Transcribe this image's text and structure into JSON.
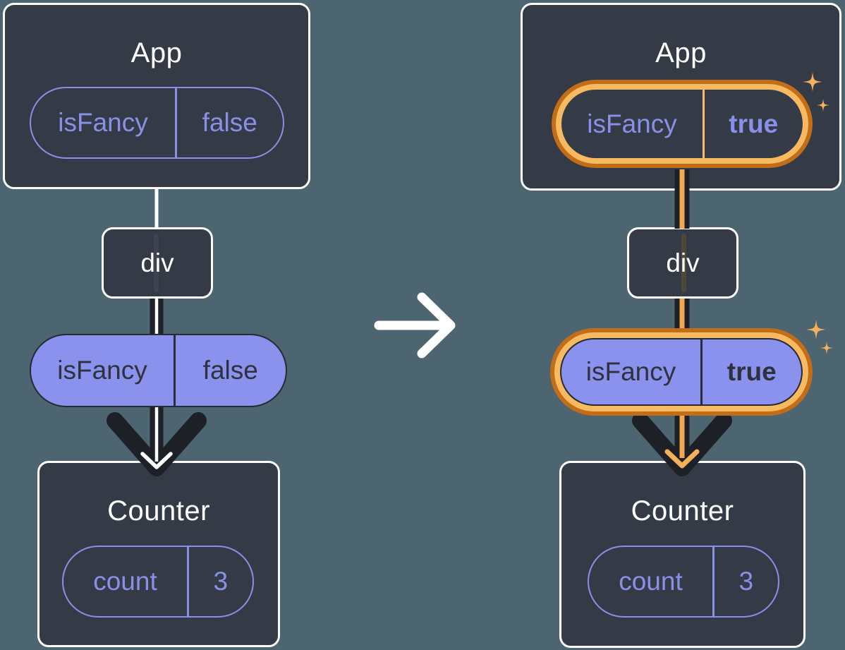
{
  "diagram": {
    "before": {
      "app_title": "App",
      "app_prop": {
        "name": "isFancy",
        "value": "false"
      },
      "div_label": "div",
      "passed_prop": {
        "name": "isFancy",
        "value": "false"
      },
      "counter_title": "Counter",
      "counter_state": {
        "name": "count",
        "value": "3"
      }
    },
    "after": {
      "app_title": "App",
      "app_prop": {
        "name": "isFancy",
        "value": "true"
      },
      "div_label": "div",
      "passed_prop": {
        "name": "isFancy",
        "value": "true"
      },
      "counter_title": "Counter",
      "counter_state": {
        "name": "count",
        "value": "3"
      }
    }
  },
  "icons": {
    "transition_arrow": "right-arrow-icon",
    "sparkles": "sparkle-icon"
  },
  "colors": {
    "background": "#4d6471",
    "card": "#343a46",
    "card_border": "#ffffff",
    "purple": "#8a90e8",
    "purple_fill": "#8b92ee",
    "pill_dark_text": "#2e323c",
    "dark_line": "#1d2127",
    "white_line": "#ffffff",
    "orange_ring_dark": "#c26d17",
    "orange_ring_light": "#f8ba60",
    "orange_line": "#f3a74e",
    "sparkle": "#f6b159"
  }
}
